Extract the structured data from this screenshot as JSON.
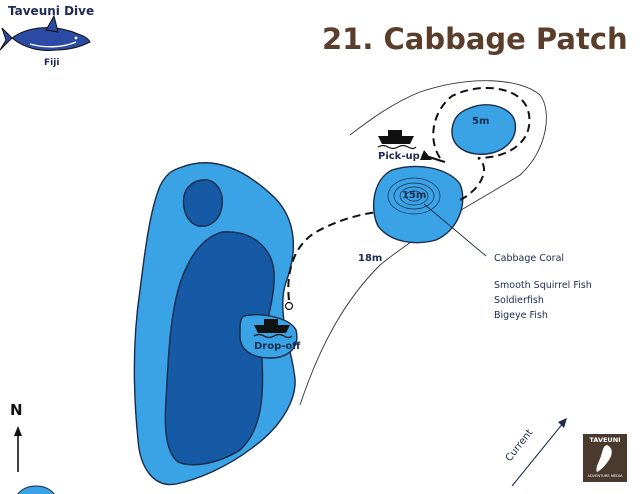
{
  "logo": {
    "name": "Taveuni Dive",
    "location": "Fiji"
  },
  "title": "21. Cabbage Patch",
  "depths": {
    "shallow_top": "5m",
    "pinnacle": "15m",
    "channel": "18m"
  },
  "points": {
    "pickup": "Pick-up",
    "dropoff": "Drop-off"
  },
  "callout": {
    "feature": "Cabbage Coral",
    "species": [
      "Smooth Squirrel Fish",
      "Soldierfish",
      "Bigeye Fish"
    ]
  },
  "compass": "N",
  "current_label": "Current",
  "badge": {
    "top": "TAVEUNI",
    "bottom": "ADVENTURE MEDIA"
  },
  "colors": {
    "water_light": "#39a3e6",
    "water_dark": "#1659a4",
    "title": "#5a3e2b",
    "text": "#1d2b4f"
  }
}
